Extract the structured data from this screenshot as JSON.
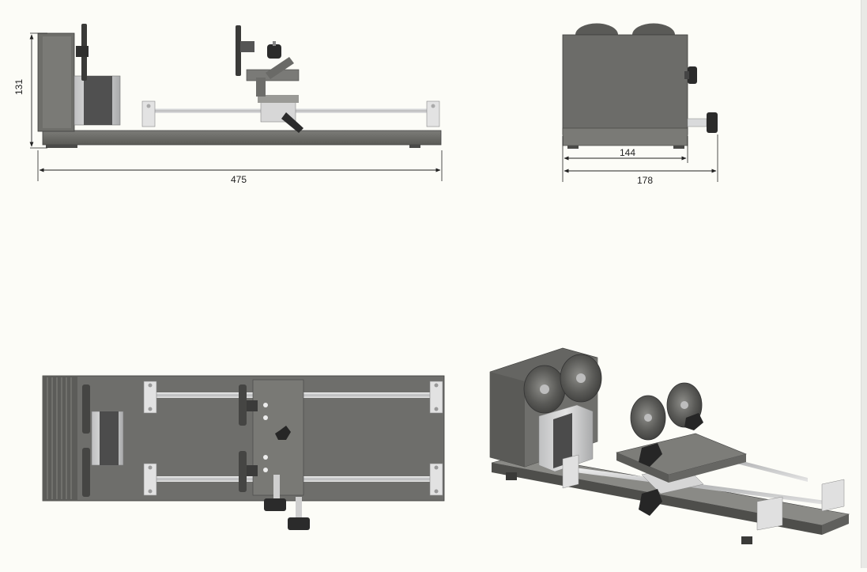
{
  "dimensions": {
    "height": "131",
    "length": "475",
    "inner_width": "144",
    "outer_width": "178"
  },
  "views": [
    "side-view",
    "end-view",
    "top-view",
    "isometric-view"
  ],
  "colors": {
    "background": "#fcfcf7",
    "metal_dark": "#6a6a66",
    "metal_mid": "#8a8a86",
    "metal_light": "#c8c9c9",
    "aluminium": "#d9dadb",
    "knob": "#2a2a2a",
    "dimension_line": "#222222"
  }
}
